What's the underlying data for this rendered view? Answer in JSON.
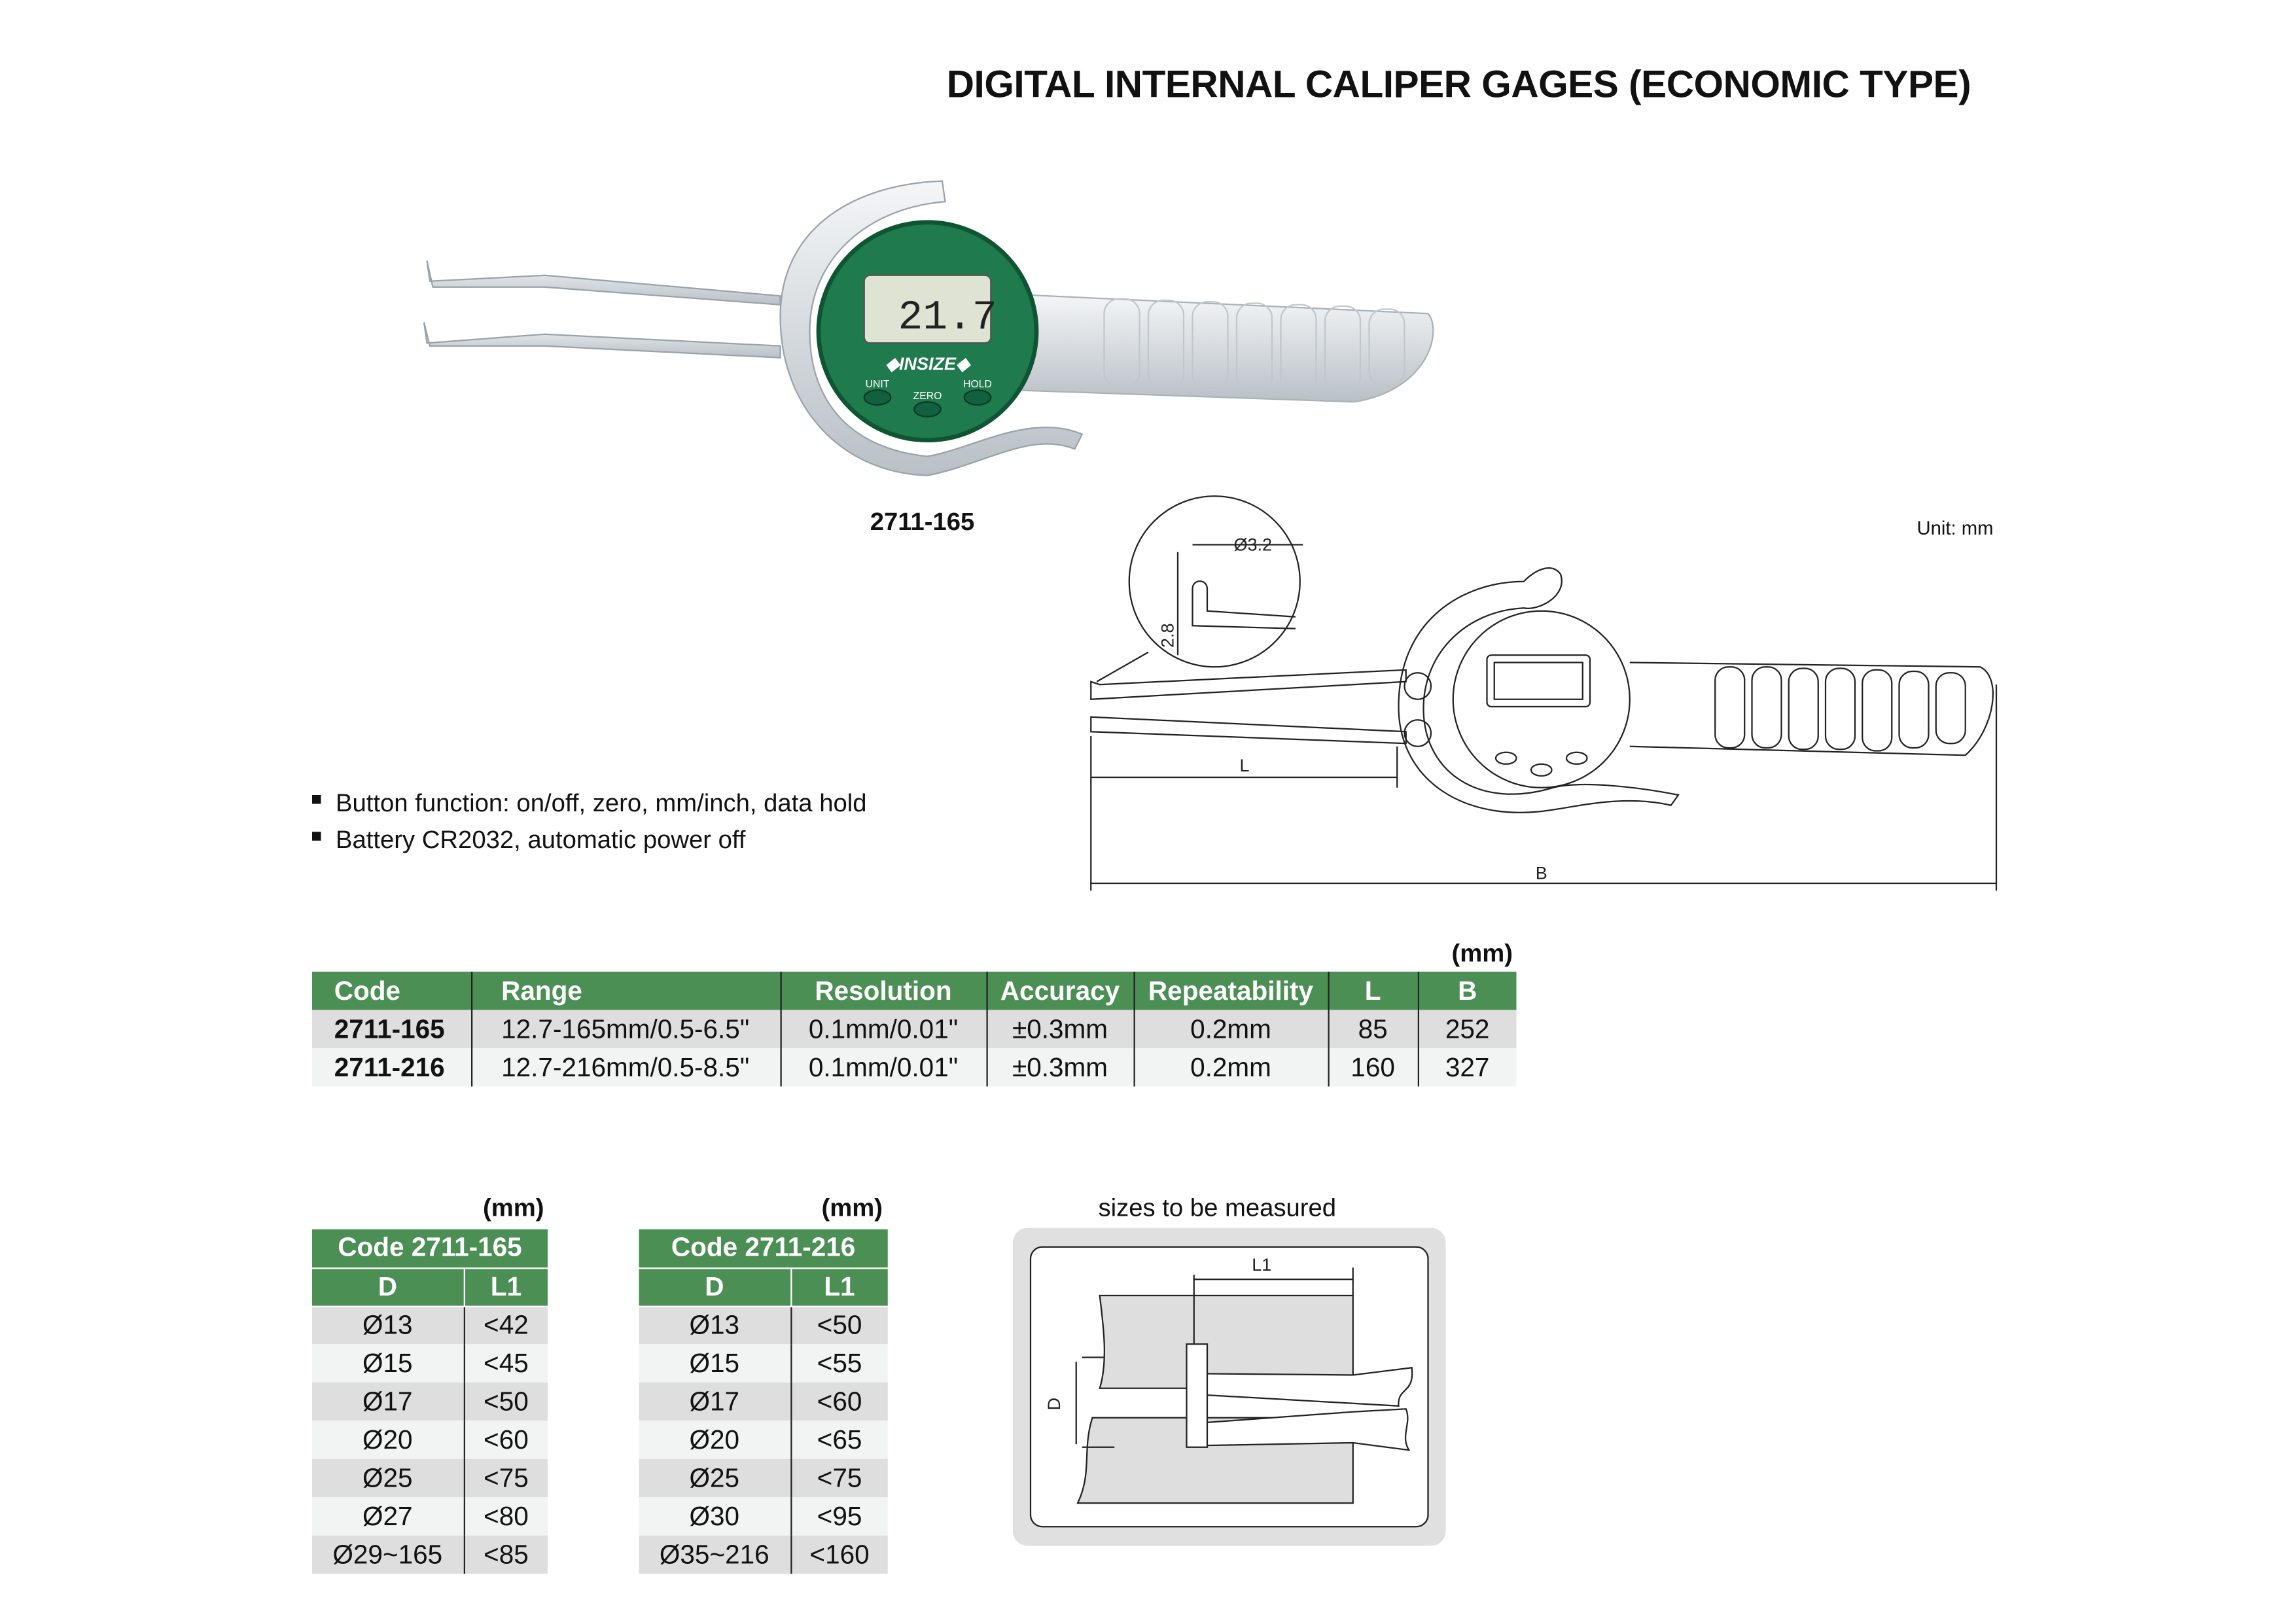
{
  "title": "DIGITAL INTERNAL CALIPER GAGES (ECONOMIC TYPE)",
  "product_image": {
    "model_label": "2711-165",
    "display_reading": "21.7",
    "brand": "INSIZE",
    "buttons": [
      "UNIT",
      "ZERO",
      "HOLD"
    ]
  },
  "drawing": {
    "unit_label": "Unit: mm",
    "tip_diameter": "Ø3.2",
    "tip_height": "2.8",
    "dim_L": "L",
    "dim_B": "B"
  },
  "features": [
    "Button function: on/off, zero, mm/inch, data hold",
    "Battery CR2032, automatic power off"
  ],
  "spec_table": {
    "unit": "(mm)",
    "headers": [
      "Code",
      "Range",
      "Resolution",
      "Accuracy",
      "Repeatability",
      "L",
      "B"
    ],
    "rows": [
      [
        "2711-165",
        "12.7-165mm/0.5-6.5\"",
        "0.1mm/0.01\"",
        "±0.3mm",
        "0.2mm",
        "85",
        "252"
      ],
      [
        "2711-216",
        "12.7-216mm/0.5-8.5\"",
        "0.1mm/0.01\"",
        "±0.3mm",
        "0.2mm",
        "160",
        "327"
      ]
    ]
  },
  "size_tables": [
    {
      "unit": "(mm)",
      "title": "Code 2711-165",
      "headers": [
        "D",
        "L1"
      ],
      "rows": [
        [
          "Ø13",
          "<42"
        ],
        [
          "Ø15",
          "<45"
        ],
        [
          "Ø17",
          "<50"
        ],
        [
          "Ø20",
          "<60"
        ],
        [
          "Ø25",
          "<75"
        ],
        [
          "Ø27",
          "<80"
        ],
        [
          "Ø29~165",
          "<85"
        ]
      ]
    },
    {
      "unit": "(mm)",
      "title": "Code 2711-216",
      "headers": [
        "D",
        "L1"
      ],
      "rows": [
        [
          "Ø13",
          "<50"
        ],
        [
          "Ø15",
          "<55"
        ],
        [
          "Ø17",
          "<60"
        ],
        [
          "Ø20",
          "<65"
        ],
        [
          "Ø25",
          "<75"
        ],
        [
          "Ø30",
          "<95"
        ],
        [
          "Ø35~216",
          "<160"
        ]
      ]
    }
  ],
  "measure_diagram": {
    "caption": "sizes to be measured",
    "label_L1": "L1",
    "label_D": "D"
  },
  "colors": {
    "header_green": "#4b8f55",
    "gauge_green": "#1f7a4d"
  }
}
